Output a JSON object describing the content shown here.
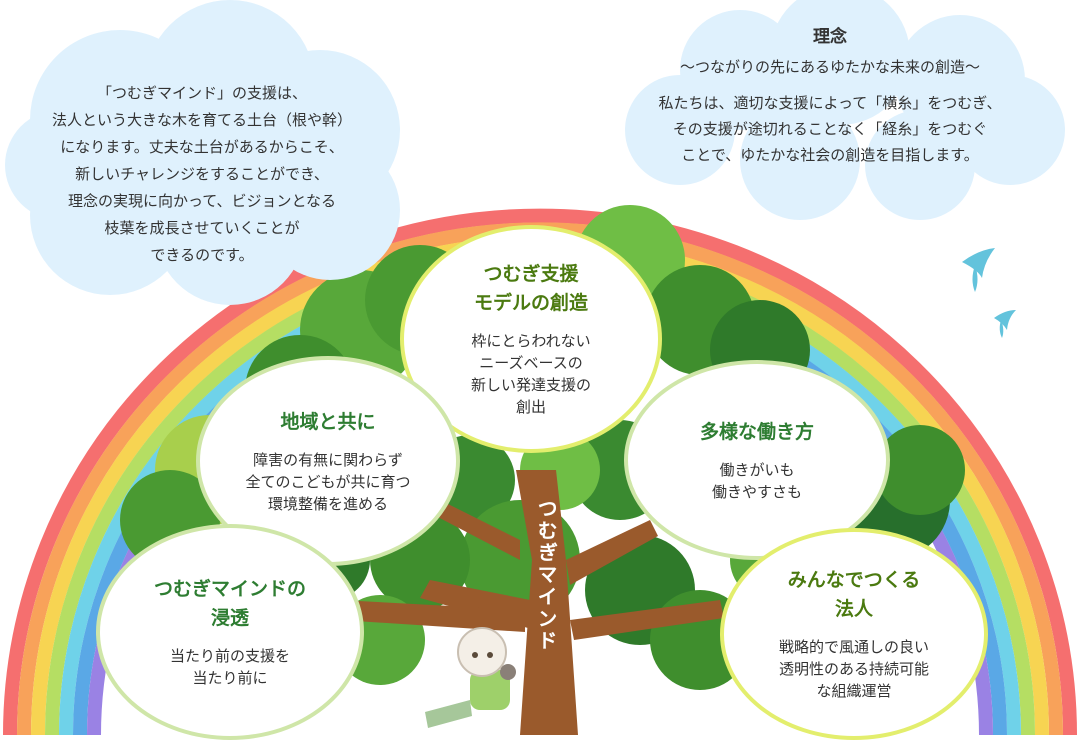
{
  "left_cloud": {
    "lines": [
      "「つむぎマインド」の支援は、",
      "法人という大きな木を育てる土台（根や幹）",
      "になります。丈夫な土台があるからこそ、",
      "新しいチャレンジをすることができ、",
      "理念の実現に向かって、ビジョンとなる",
      "枝葉を成長させていくことが",
      "できるのです。"
    ]
  },
  "right_cloud": {
    "title": "理念",
    "subtitle": "〜つながりの先にあるゆたかな未来の創造〜",
    "lines": [
      "私たちは、適切な支援によって「横糸」をつむぎ、",
      "その支援が途切れることなく「経糸」をつむぐ",
      "ことで、ゆたかな社会の創造を目指します。"
    ]
  },
  "trunk_label": "つむぎマインド",
  "circles": [
    {
      "key": "model",
      "title": [
        "つむぎ支援",
        "モデルの創造"
      ],
      "body": [
        "枠にとらわれない",
        "ニーズベースの",
        "新しい発達支援の",
        "創出"
      ]
    },
    {
      "key": "region",
      "title": [
        "地域と共に"
      ],
      "body": [
        "障害の有無に関わらず",
        "全てのこどもが共に育つ",
        "環境整備を進める"
      ]
    },
    {
      "key": "work",
      "title": [
        "多様な働き方"
      ],
      "body": [
        "働きがいも",
        "働きやすさも"
      ]
    },
    {
      "key": "mind",
      "title": [
        "つむぎマインドの",
        "浸透"
      ],
      "body": [
        "当たり前の支援を",
        "当たり前に"
      ]
    },
    {
      "key": "corp",
      "title": [
        "みんなでつくる",
        "法人"
      ],
      "body": [
        "戦略的で風通しの良い",
        "透明性のある持続可能",
        "な組織運営"
      ]
    }
  ],
  "colors": {
    "rainbow": [
      "#f56f6f",
      "#f8a25a",
      "#f7d452",
      "#b5de63",
      "#6fd2e9",
      "#5aa8e6",
      "#9a82e4"
    ],
    "title_green": "#2e7d32",
    "title_olive": "#4b7a10",
    "trunk": "#9a5a2c",
    "cloud": "#dff1fd",
    "bird": "#63c3dc"
  }
}
